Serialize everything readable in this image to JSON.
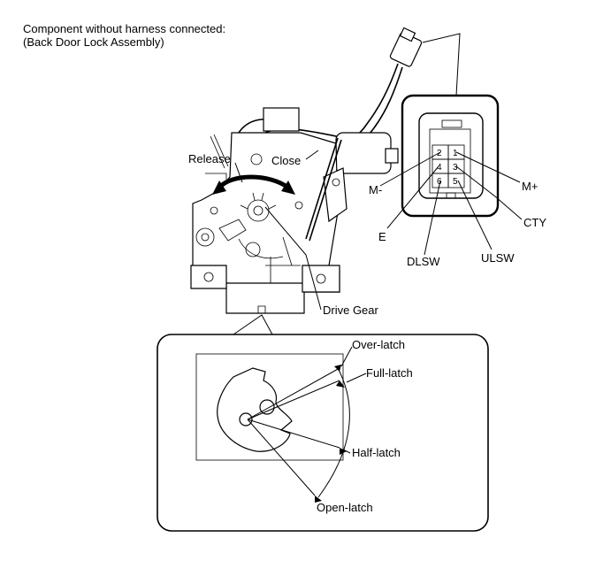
{
  "header": {
    "line1": "Component without harness connected:",
    "line2": "(Back Door Lock Assembly)"
  },
  "motion_labels": {
    "release": "Release",
    "close": "Close"
  },
  "callouts": {
    "drive_gear": "Drive Gear"
  },
  "connector": {
    "pins": [
      {
        "number": "1",
        "terminal": "M+"
      },
      {
        "number": "2",
        "terminal": "M-"
      },
      {
        "number": "3",
        "terminal": "CTY"
      },
      {
        "number": "4",
        "terminal": "E"
      },
      {
        "number": "5",
        "terminal": "ULSW"
      },
      {
        "number": "6",
        "terminal": "DLSW"
      }
    ]
  },
  "latch_positions": {
    "over_latch": "Over-latch",
    "full_latch": "Full-latch",
    "half_latch": "Half-latch",
    "open_latch": "Open-latch"
  },
  "colors": {
    "line": "#000000",
    "background": "#ffffff"
  }
}
